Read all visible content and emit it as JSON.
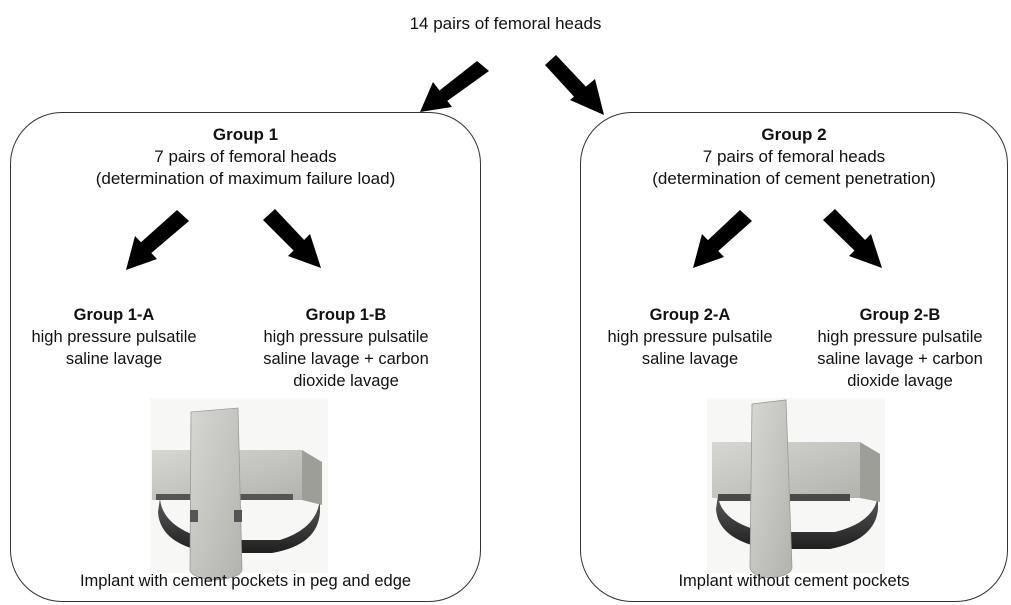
{
  "top": {
    "title": "14 pairs of femoral heads"
  },
  "group1": {
    "title": "Group 1",
    "line1": "7 pairs of femoral heads",
    "line2": "(determination of maximum failure load)",
    "sub_a": {
      "title": "Group 1-A",
      "lines": [
        "high pressure pulsatile",
        "saline lavage"
      ]
    },
    "sub_b": {
      "title": "Group 1-B",
      "lines": [
        "high pressure pulsatile",
        "saline lavage + carbon",
        "dioxide lavage"
      ]
    },
    "caption": "Implant with cement pockets in peg and edge"
  },
  "group2": {
    "title": "Group 2",
    "line1": "7 pairs of femoral heads",
    "line2": "(determination of cement penetration)",
    "sub_a": {
      "title": "Group 2-A",
      "lines": [
        "high pressure pulsatile",
        "saline lavage"
      ]
    },
    "sub_b": {
      "title": "Group 2-B",
      "lines": [
        "high pressure pulsatile",
        "saline lavage + carbon",
        "dioxide lavage"
      ]
    },
    "caption": "Implant without cement pockets"
  },
  "colors": {
    "arrow": "#000000",
    "implant_light": "#c9c9c4",
    "implant_dark": "#3a3a3a",
    "border": "#333333"
  }
}
